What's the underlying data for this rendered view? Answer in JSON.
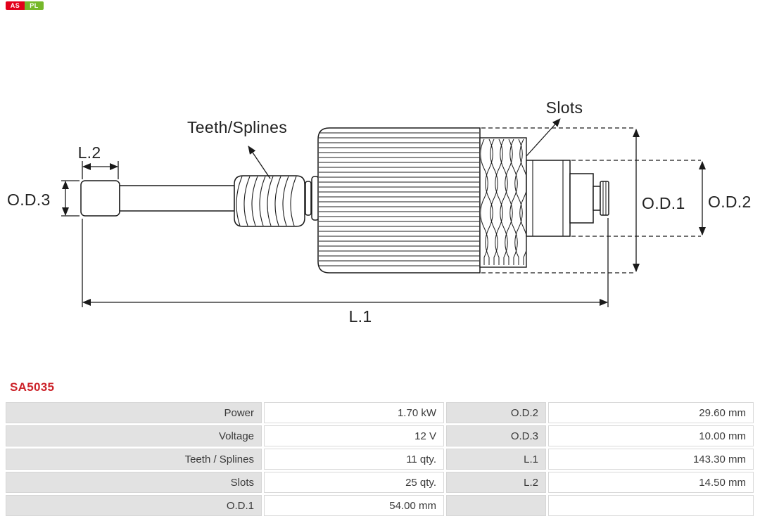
{
  "brand": {
    "as": "AS",
    "pl": "PL"
  },
  "part_number": "SA5035",
  "diagram": {
    "labels": {
      "teeth_splines": "Teeth/Splines",
      "slots": "Slots",
      "od1": "O.D.1",
      "od2": "O.D.2",
      "od3": "O.D.3",
      "l1": "L.1",
      "l2": "L.2"
    }
  },
  "specs_table": {
    "rows": [
      {
        "label_left": "Power",
        "value_left": "1.70 kW",
        "label_right": "O.D.2",
        "value_right": "29.60 mm"
      },
      {
        "label_left": "Voltage",
        "value_left": "12 V",
        "label_right": "O.D.3",
        "value_right": "10.00 mm"
      },
      {
        "label_left": "Teeth / Splines",
        "value_left": "11 qty.",
        "label_right": "L.1",
        "value_right": "143.30 mm"
      },
      {
        "label_left": "Slots",
        "value_left": "25 qty.",
        "label_right": "L.2",
        "value_right": "14.50 mm"
      },
      {
        "label_left": "O.D.1",
        "value_left": "54.00 mm",
        "label_right": "",
        "value_right": ""
      }
    ]
  },
  "colors": {
    "part_number_red": "#cc2229",
    "label_cell_bg": "#e2e2e2",
    "logo_red": "#e2001a",
    "logo_green": "#76b82a",
    "line_color": "#1a1a1a"
  }
}
